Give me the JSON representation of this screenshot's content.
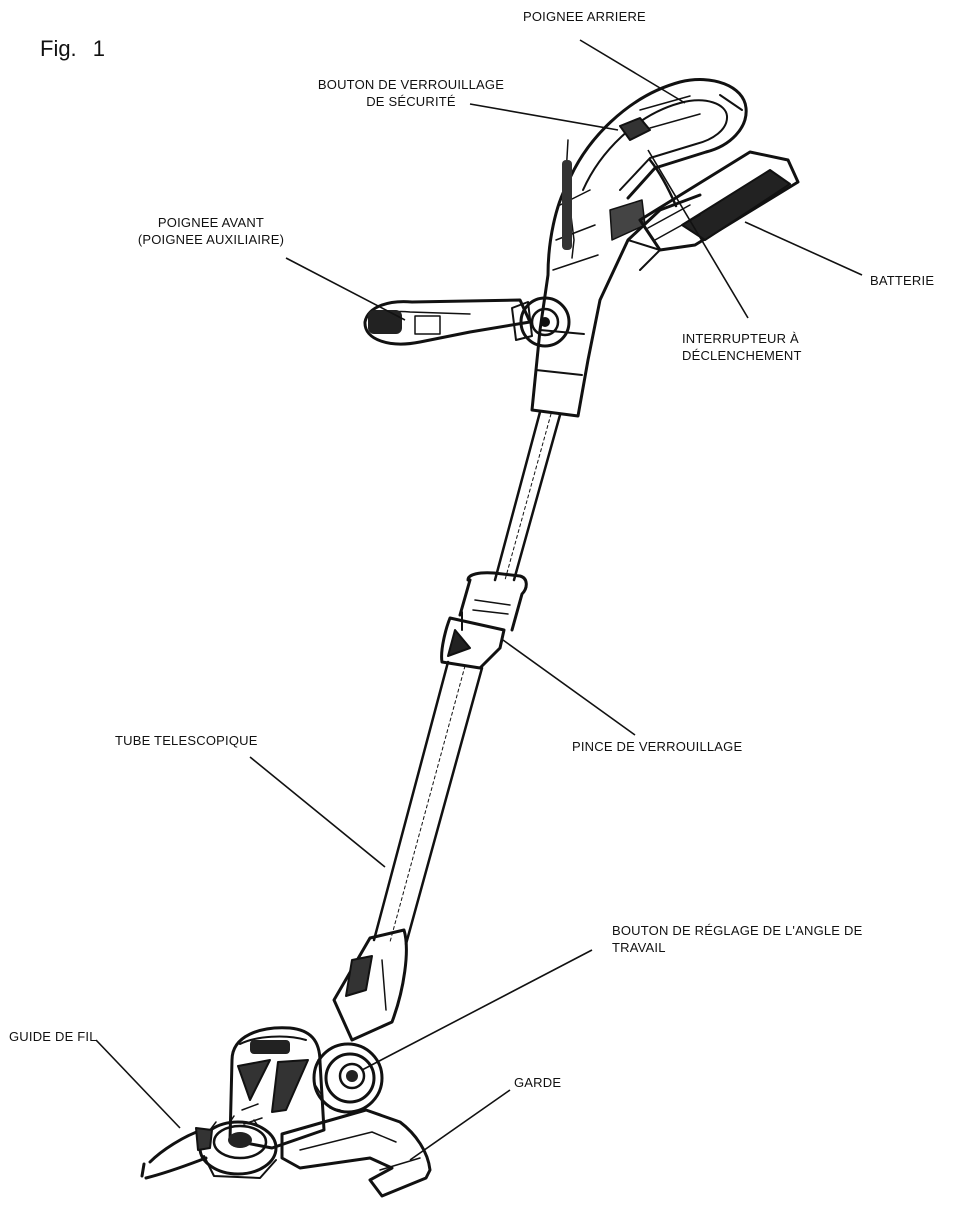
{
  "figure": {
    "prefix": "Fig.",
    "number": "1"
  },
  "labels": {
    "rear_handle": "POIGNEE ARRIERE",
    "safety_lock_line1": "BOUTON DE VERROUILLAGE",
    "safety_lock_line2": "DE SÉCURITÉ",
    "front_handle_line1": "POIGNEE AVANT",
    "front_handle_line2": "(POIGNEE AUXILIAIRE)",
    "battery": "BATTERIE",
    "trigger_line1": "INTERRUPTEUR À",
    "trigger_line2": "DÉCLENCHEMENT",
    "lock_clamp": "PINCE DE VERROUILLAGE",
    "telescopic_tube": "TUBE TELESCOPIQUE",
    "angle_knob_line1": "BOUTON DE RÉGLAGE DE L'ANGLE DE",
    "angle_knob_line2": "TRAVAIL",
    "line_guide": "GUIDE DE FIL",
    "guard": "GARDE"
  }
}
